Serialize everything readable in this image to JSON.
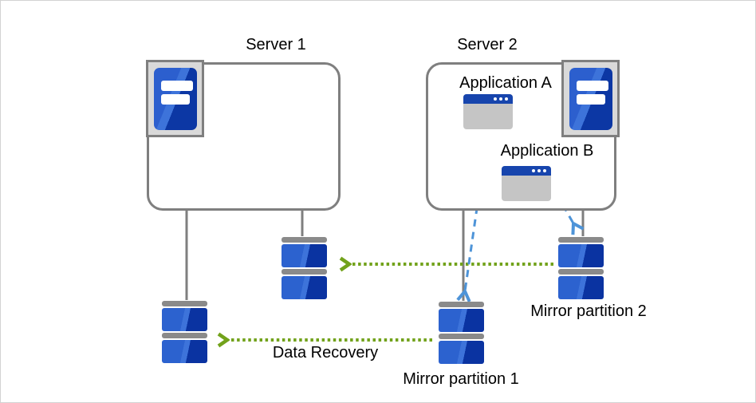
{
  "colors": {
    "disk_blue_light": "#2c62cf",
    "disk_blue_highlight": "#3d73da",
    "disk_blue_dark": "#0a33a1",
    "window_titlebar_blue": "#1745ad",
    "window_body_gray": "#c5c5c5",
    "server_icon_bg_gray": "#d9d9d9",
    "outline_gray": "#7f7f7f",
    "disk_cap_gray": "#8a8a8a",
    "recovery_arrow_green": "#72a21b",
    "app_arrow_blue": "#4e94d8"
  },
  "icons": {
    "server_tower_icon": "blue tower server with two white drive slots",
    "app_window_icon": "gray application window, blue titlebar, three dots",
    "disk_icon": "stacked blue partition disks with gray caps"
  },
  "diagram": {
    "server1": {
      "label": "Server 1"
    },
    "server2": {
      "label": "Server 2"
    },
    "application_a": {
      "label": "Application A"
    },
    "application_b": {
      "label": "Application B"
    },
    "mirror_partition_1": {
      "label": "Mirror partition 1"
    },
    "mirror_partition_2": {
      "label": "Mirror partition 2"
    },
    "data_recovery": {
      "label": "Data Recovery"
    }
  }
}
